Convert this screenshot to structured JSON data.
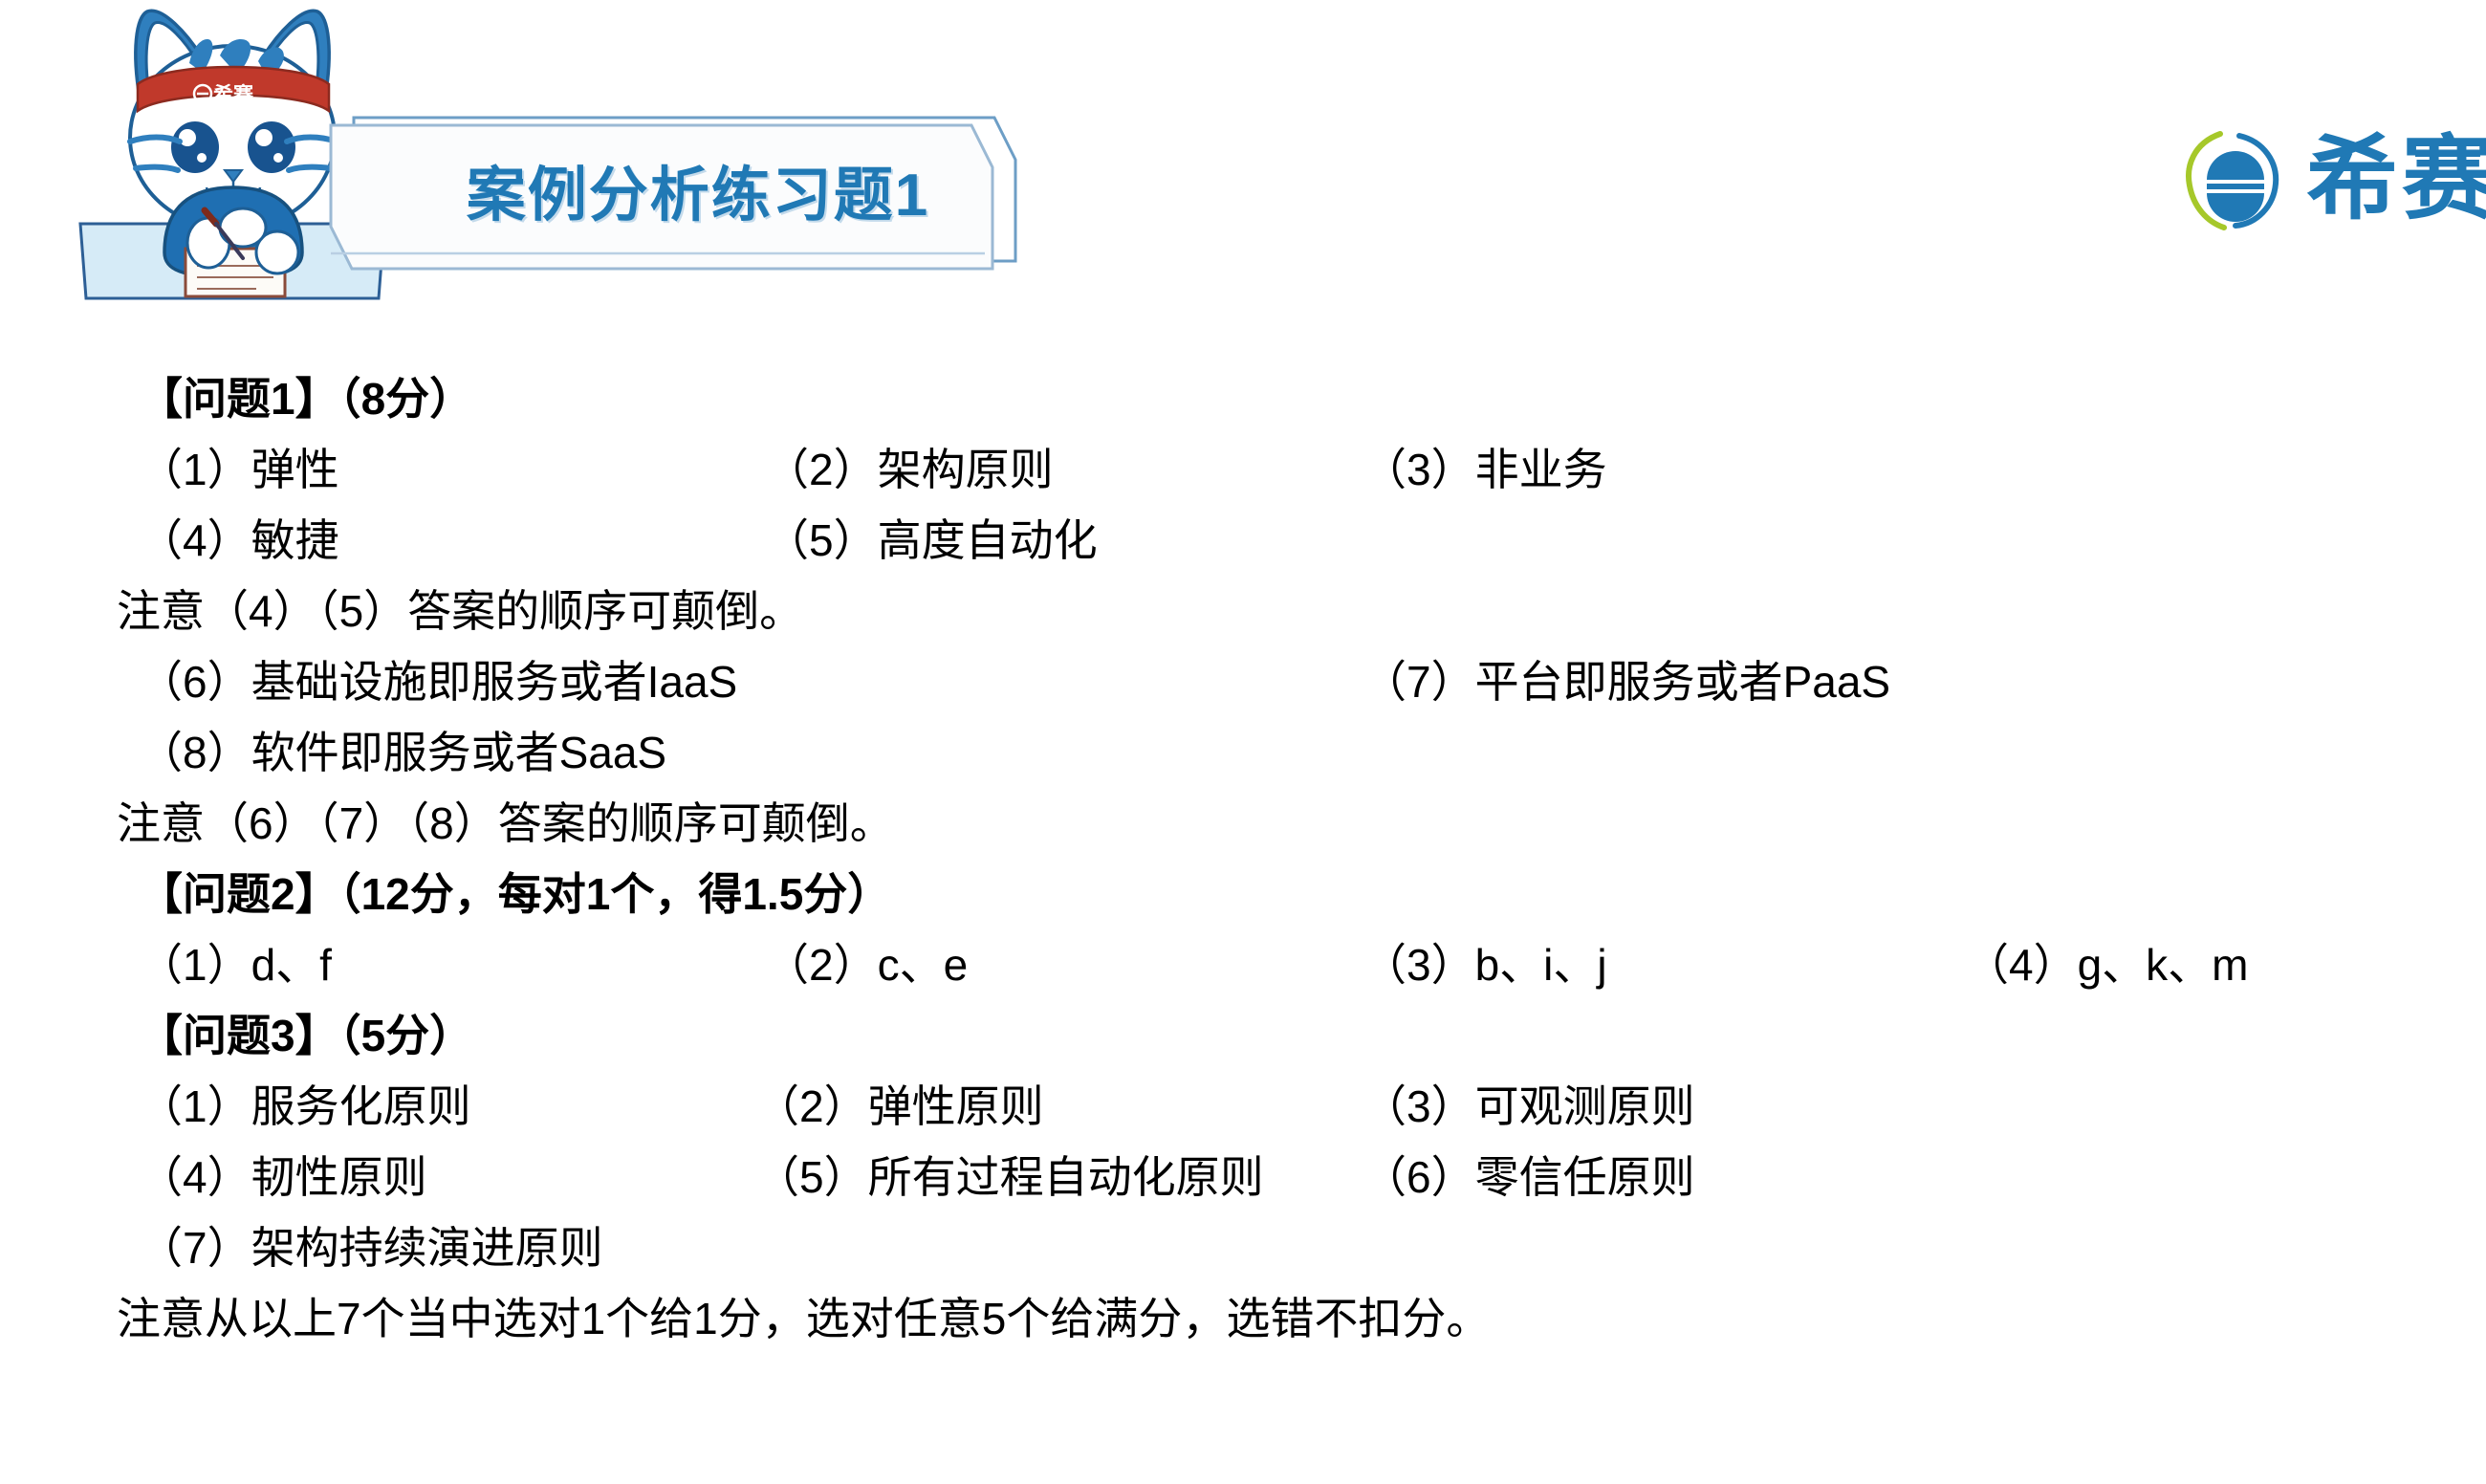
{
  "header": {
    "banner_title": "案例分析练习题1",
    "brand_text": "希赛",
    "brand_color": "#2079b5",
    "brand_accent_color": "#a6c82a",
    "mascot": {
      "headband_text": "希赛",
      "headband_color": "#c0392b",
      "body_color": "#1f6fb2",
      "desk_color": "#d6ebf7"
    }
  },
  "content": {
    "q1_heading": "【问题1】（8分）",
    "q1_row1": [
      "（1）弹性",
      "（2）架构原则",
      "（3）非业务"
    ],
    "q1_row2": [
      "（4）敏捷",
      "（5）高度自动化"
    ],
    "q1_note1": "注意（4）（5）答案的顺序可颠倒。",
    "q1_row3": [
      "（6）基础设施即服务或者IaaS",
      "（7）平台即服务或者PaaS"
    ],
    "q1_row4": [
      "（8）软件即服务或者SaaS"
    ],
    "q1_note2": "注意（6）（7）（8）答案的顺序可颠倒。",
    "q2_heading": "【问题2】（12分，每对1个，得1.5分）",
    "q2_row1": [
      "（1）d、f",
      "（2）c、e",
      "（3）b、i、j",
      "（4）g、k、m"
    ],
    "q3_heading": "【问题3】（5分）",
    "q3_row1": [
      "（1）服务化原则",
      "（2）弹性原则",
      "（3）可观测原则"
    ],
    "q3_row2": [
      "（4）韧性原则",
      "（5）所有过程自动化原则",
      "（6）零信任原则"
    ],
    "q3_row3": [
      "（7）架构持续演进原则"
    ],
    "q3_note": "注意从以上7个当中选对1个给1分，选对任意5个给满分，选错不扣分。"
  }
}
